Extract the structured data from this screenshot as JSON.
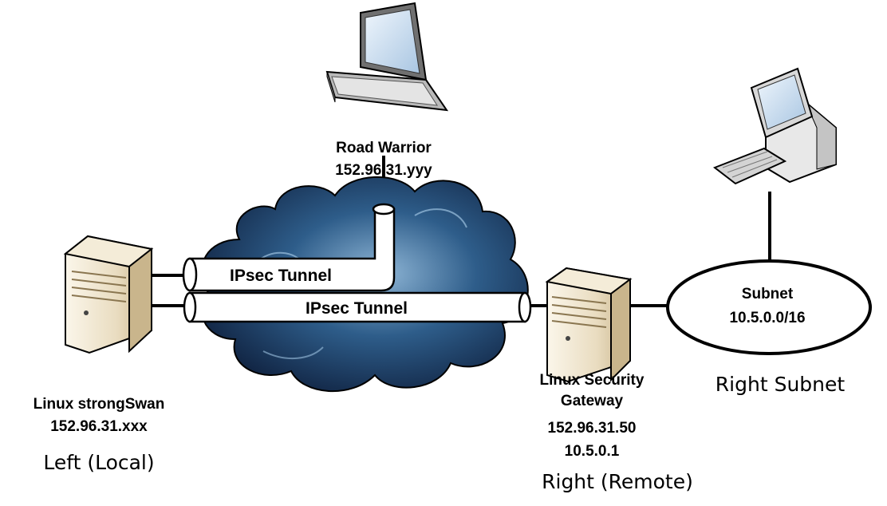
{
  "road_warrior": {
    "name": "Road Warrior",
    "ip": "152.96.31.yyy"
  },
  "left_host": {
    "name": "Linux strongSwan",
    "ip": "152.96.31.xxx",
    "role": "Left (Local)"
  },
  "gateway": {
    "name_line1": "Linux Security",
    "name_line2": "Gateway",
    "ip_public": "152.96.31.50",
    "ip_private": "10.5.0.1",
    "role": "Right (Remote)"
  },
  "subnet": {
    "name": "Subnet",
    "cidr": "10.5.0.0/16",
    "role": "Right Subnet"
  },
  "tunnels": {
    "upper_label": "IPsec Tunnel",
    "lower_label": "IPsec Tunnel"
  },
  "icons": [
    "laptop-icon",
    "server-icon",
    "desktop-computer-icon",
    "cloud-icon",
    "ipsec-tunnel-pipe",
    "subnet-ellipse"
  ],
  "colors": {
    "cloud_dark": "#0d1d3a",
    "cloud_mid": "#2e5d8a",
    "cloud_light": "#8fb6d6",
    "server_body": "#e9dcc0",
    "screen": "#cfe0f2"
  }
}
